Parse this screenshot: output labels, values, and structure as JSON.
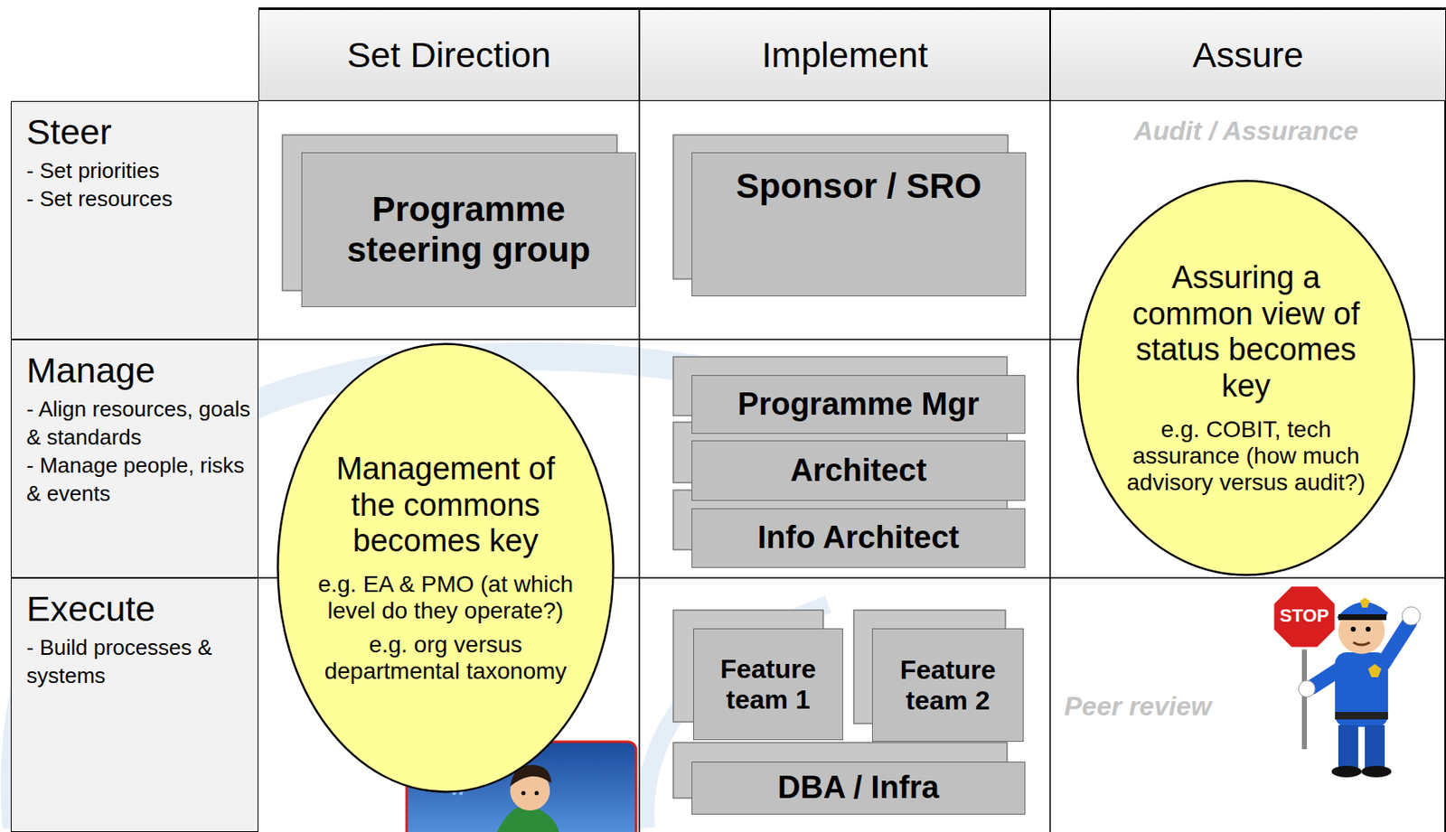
{
  "diagram": {
    "nodes": [
      {
        "text": [
          "Set Direction"
        ]
      },
      {
        "text": [
          "Implement"
        ]
      },
      {
        "text": [
          "Assure"
        ]
      },
      {
        "text": [
          "Steer",
          "- Set priorities",
          "- Set resources"
        ]
      },
      {
        "text": [
          "Manage",
          "- Align resources, goals & standards",
          "- Manage people, risks & events"
        ]
      },
      {
        "text": [
          "Execute",
          "- Build processes & systems"
        ]
      },
      {
        "text": [
          "Programme steering group"
        ]
      },
      {
        "text": [
          "Sponsor / SRO"
        ]
      },
      {
        "text": [
          "Programme Mgr"
        ]
      },
      {
        "text": [
          "Architect"
        ]
      },
      {
        "text": [
          "Info Architect"
        ]
      },
      {
        "text": [
          "Feature team 1"
        ]
      },
      {
        "text": [
          "Feature team 2"
        ]
      },
      {
        "text": [
          "DBA / Infra"
        ]
      },
      {
        "text": [
          "Management of the commons becomes key",
          "e.g. EA & PMO (at which level do they operate?)",
          "e.g. org versus departmental taxonomy"
        ]
      },
      {
        "text": [
          "Assuring a common view of status becomes key",
          "e.g. COBIT, tech assurance (how much advisory versus audit?)"
        ]
      }
    ],
    "labels": [
      "Audit / Assurance",
      "Peer review",
      "STOP"
    ]
  }
}
